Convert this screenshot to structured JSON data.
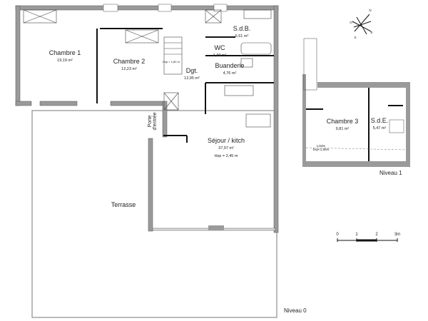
{
  "rooms": {
    "chambre1": {
      "name": "Chambre 1",
      "area": "19,19 m²"
    },
    "chambre2": {
      "name": "Chambre 2",
      "area": "12,23 m²"
    },
    "dgt": {
      "name": "Dgt.",
      "area": "12,95 m²"
    },
    "sdb": {
      "name": "S.d.B.",
      "area": "6,51 m²"
    },
    "wc": {
      "name": "WC",
      "area": "1,39 m²"
    },
    "buanderie": {
      "name": "Buanderie",
      "area": "4,76 m²"
    },
    "sejour": {
      "name": "Séjour / kitch",
      "area": "37,97 m²",
      "height": "Hsp = 2,45 m"
    },
    "terrasse": {
      "name": "Terrasse"
    },
    "entree": {
      "name": "Porte d'entrée"
    },
    "stairs_note": "Hsp < 1,80 m",
    "chambre3": {
      "name": "Chambre 3",
      "area": "9,81 m²"
    },
    "sde": {
      "name": "S.d.E.",
      "area": "5,47 m²"
    },
    "limit": {
      "line1": "Limite",
      "line2": "hsp<1,80m"
    }
  },
  "levels": {
    "level0": "Niveau 0",
    "level1": "Niveau 1"
  },
  "compass": {
    "n": "N",
    "o": "O",
    "e": "E",
    "s": "S"
  },
  "scale": {
    "ticks": [
      "0",
      "1",
      "2",
      "3m"
    ]
  },
  "colors": {
    "wall": "#9a9a9a",
    "line": "#111111"
  }
}
